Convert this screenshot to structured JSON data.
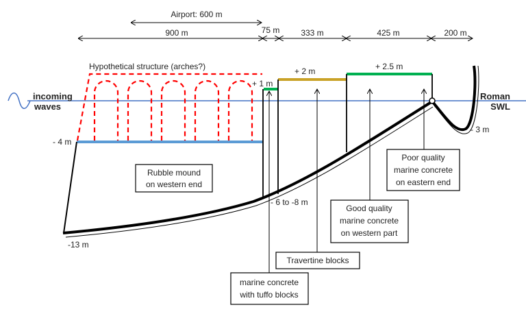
{
  "dimensions": {
    "airport": "Airport: 600 m",
    "seg1": "900 m",
    "seg2": "75 m",
    "seg3": "333 m",
    "seg4": "425 m",
    "seg5": "200 m"
  },
  "structure": {
    "hypothetical": "Hypothetical structure (arches?)"
  },
  "levels": {
    "plus1": "+ 1 m",
    "plus2": "+ 2 m",
    "plus25": "+ 2.5 m",
    "minus4": "- 4 m",
    "minus13": "-13 m",
    "minus3": "- 3 m",
    "minus6to8": "- 6 to -8 m"
  },
  "sea": {
    "incoming_line1": "incoming",
    "incoming_line2": "waves",
    "swl_line1": "Roman",
    "swl_line2": "SWL"
  },
  "boxes": {
    "rubble_1": "Rubble mound",
    "rubble_2": "on western end",
    "poor_1": "Poor quality",
    "poor_2": "marine concrete",
    "poor_3": "on eastern end",
    "good_1": "Good quality",
    "good_2": "marine concrete",
    "good_3": "on western part",
    "travertine": "Travertine blocks",
    "tuffo_1": "marine concrete",
    "tuffo_2": "with tuffo blocks"
  },
  "colors": {
    "water": "#4472c4",
    "arches": "#ff0000",
    "mound_top": "#5b9bd5",
    "green_top": "#00b050",
    "gold_top": "#c9a227"
  }
}
